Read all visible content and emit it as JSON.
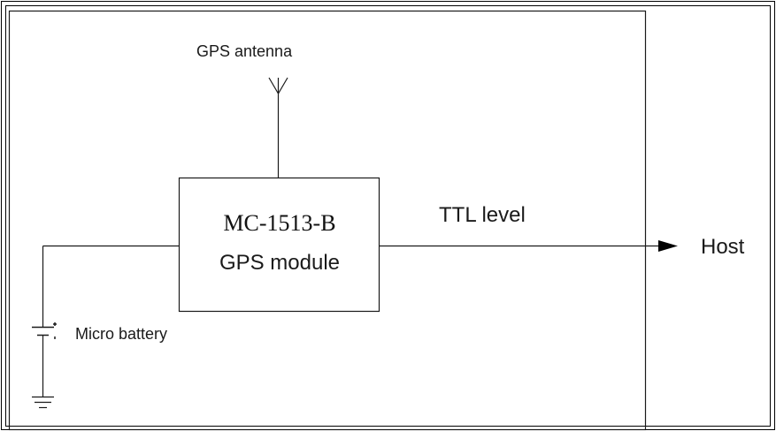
{
  "diagram": {
    "antenna_label": "GPS antenna",
    "module": {
      "part_number": "MC-1513-B",
      "name": "GPS module"
    },
    "signal_label": "TTL level",
    "host_label": "Host",
    "battery_label": "Micro battery",
    "colors": {
      "line": "#1a1a1a",
      "background": "#ffffff"
    }
  }
}
